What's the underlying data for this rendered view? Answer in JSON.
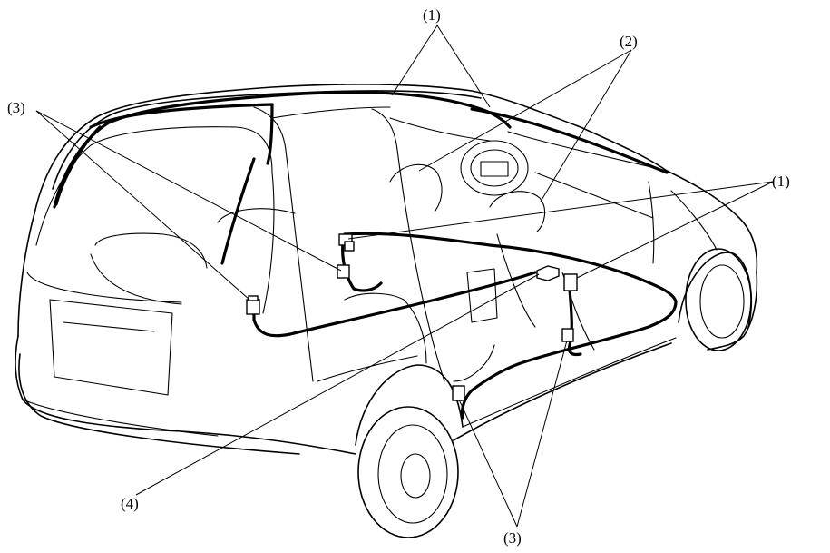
{
  "callouts": {
    "c1_top": "(1)",
    "c2_top": "(2)",
    "c3_left": "(3)",
    "c1_right": "(1)",
    "c4_bottom": "(4)",
    "c3_bottom": "(3)"
  }
}
